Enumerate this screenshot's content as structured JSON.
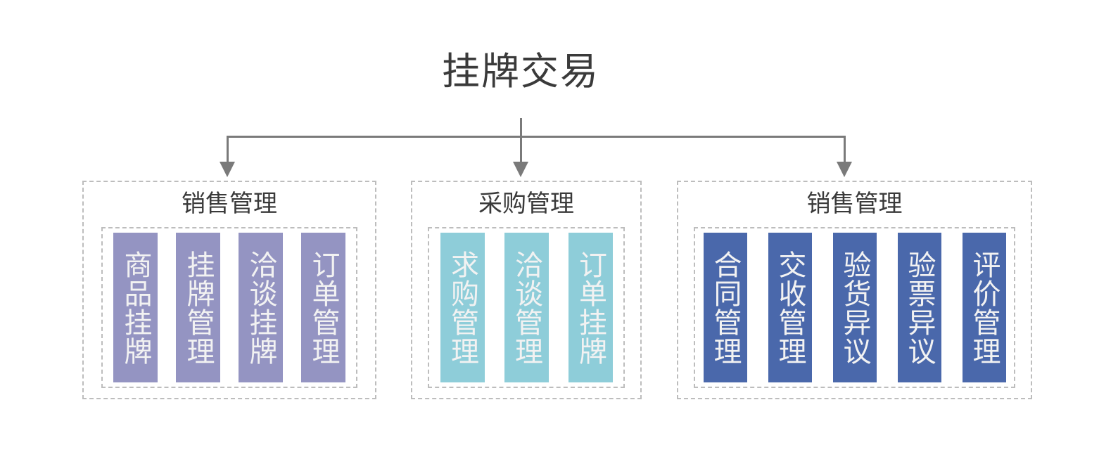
{
  "diagram": {
    "root": {
      "title": "挂牌交易"
    },
    "colors": {
      "purple": "#9494c2",
      "teal": "#8ecdd9",
      "blue": "#4a68ab",
      "connector": "#7a7a7a",
      "dashed_border": "#bdbdbd",
      "title_text": "#3a3a3a",
      "bar_text": "#f2f2f2",
      "background": "#ffffff"
    },
    "groups": [
      {
        "title": "销售管理",
        "accent": "#9494c2",
        "items": [
          {
            "label": "商品挂牌"
          },
          {
            "label": "挂牌管理"
          },
          {
            "label": "洽谈挂牌"
          },
          {
            "label": "订单管理"
          }
        ]
      },
      {
        "title": "采购管理",
        "accent": "#8ecdd9",
        "items": [
          {
            "label": "求购管理"
          },
          {
            "label": "洽谈管理"
          },
          {
            "label": "订单挂牌"
          }
        ]
      },
      {
        "title": "销售管理",
        "accent": "#4a68ab",
        "items": [
          {
            "label": "合同管理"
          },
          {
            "label": "交收管理"
          },
          {
            "label": "验货异议"
          },
          {
            "label": "验票异议"
          },
          {
            "label": "评价管理"
          }
        ]
      }
    ]
  }
}
